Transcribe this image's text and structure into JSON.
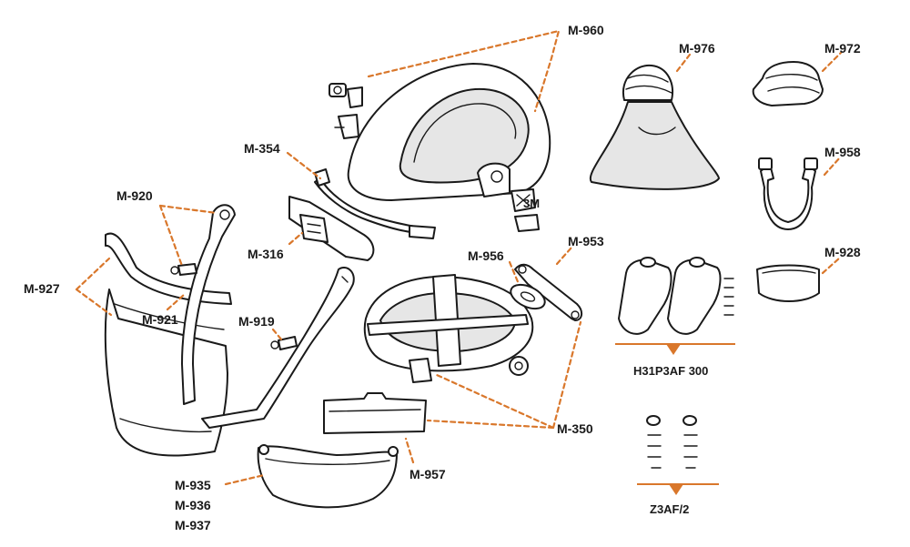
{
  "labels": {
    "m960": "M-960",
    "m976": "M-976",
    "m972": "M-972",
    "m354": "M-354",
    "m958": "M-958",
    "m920": "M-920",
    "m316": "M-316",
    "m953": "M-953",
    "m956": "M-956",
    "m928": "M-928",
    "m927": "M-927",
    "m921": "M-921",
    "m919": "M-919",
    "m350": "M-350",
    "m957": "M-957",
    "m935": "M-935",
    "m936": "M-936",
    "m937": "M-937"
  },
  "kits": {
    "filter_kit": "H31P3AF 300",
    "screw_kit": "Z3AF/2"
  },
  "colors": {
    "leader": "#d9772b",
    "line": "#1a1a1a",
    "fill_grey": "#e6e6e6"
  }
}
